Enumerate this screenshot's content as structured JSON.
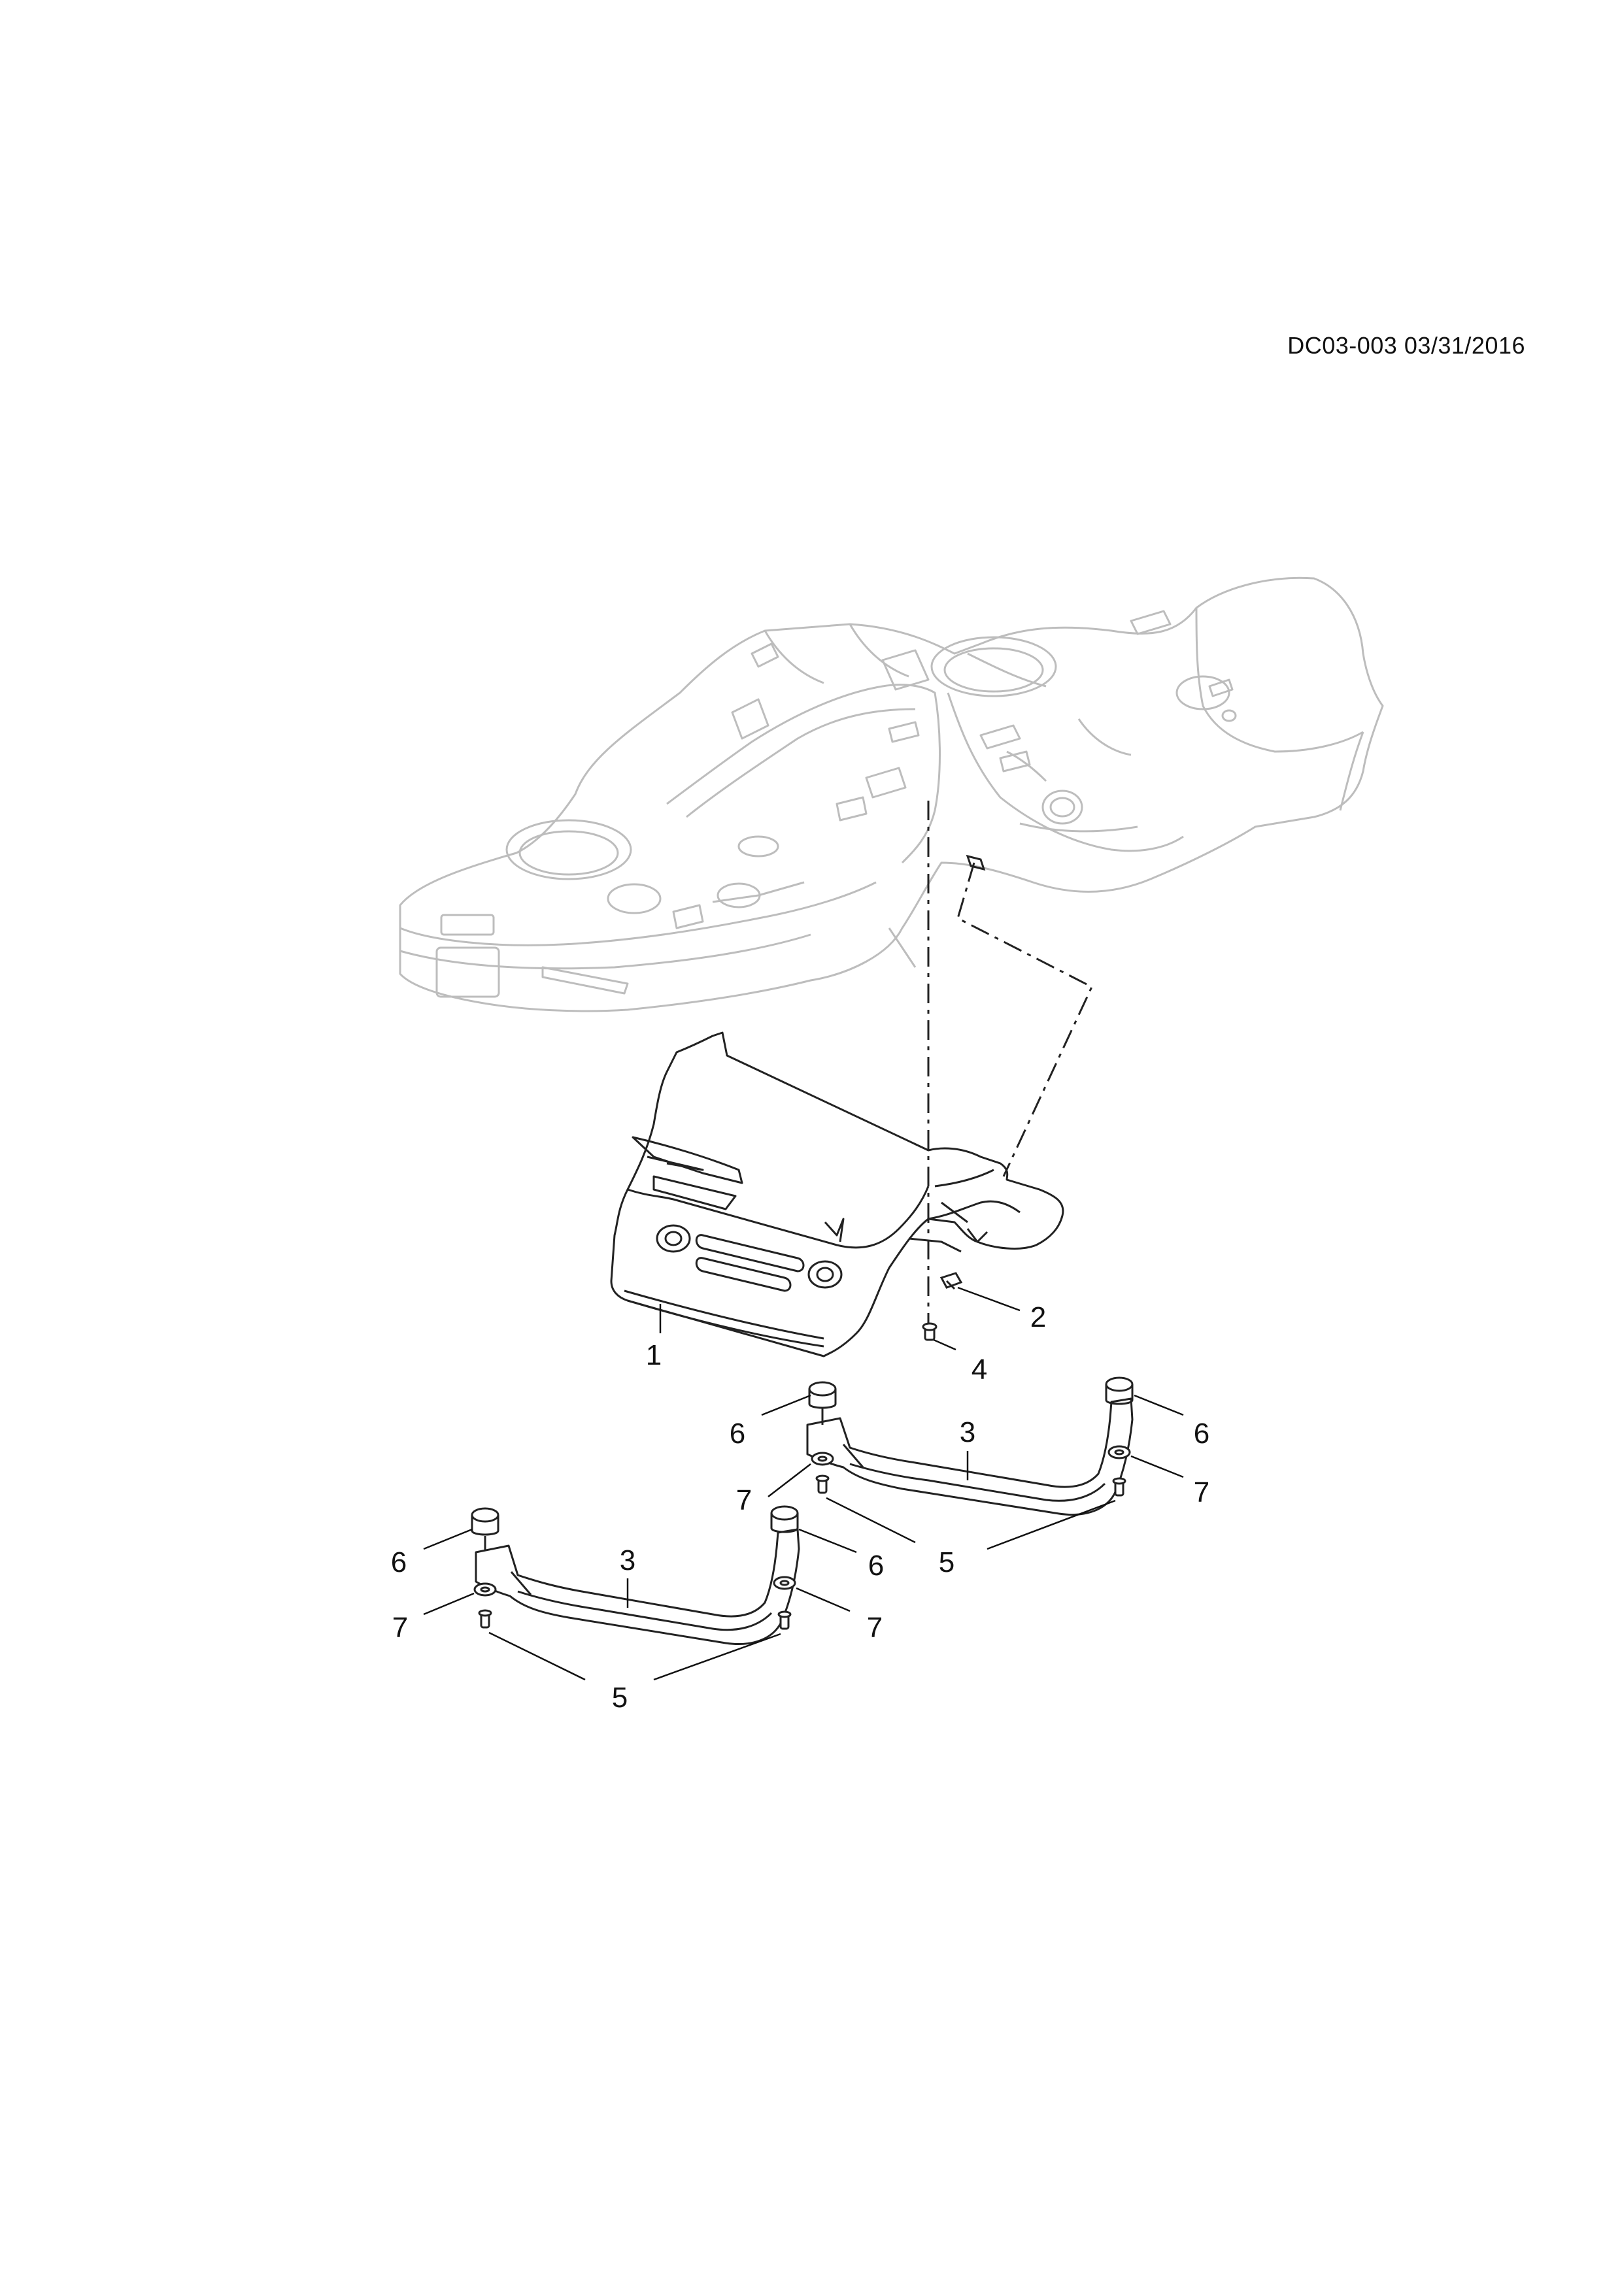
{
  "header": {
    "code": "DC03-003 03/31/2016"
  },
  "callouts": [
    {
      "id": "c-1",
      "label": "1"
    },
    {
      "id": "c-2",
      "label": "2"
    },
    {
      "id": "c-4",
      "label": "4"
    },
    {
      "id": "c-3a",
      "label": "3"
    },
    {
      "id": "c-6a",
      "label": "6"
    },
    {
      "id": "c-6b",
      "label": "6"
    },
    {
      "id": "c-7a",
      "label": "7"
    },
    {
      "id": "c-7b",
      "label": "7"
    },
    {
      "id": "c-5a",
      "label": "5"
    },
    {
      "id": "c-3b",
      "label": "3"
    },
    {
      "id": "c-6c",
      "label": "6"
    },
    {
      "id": "c-6d",
      "label": "6"
    },
    {
      "id": "c-7c",
      "label": "7"
    },
    {
      "id": "c-7d",
      "label": "7"
    },
    {
      "id": "c-5b",
      "label": "5"
    }
  ]
}
